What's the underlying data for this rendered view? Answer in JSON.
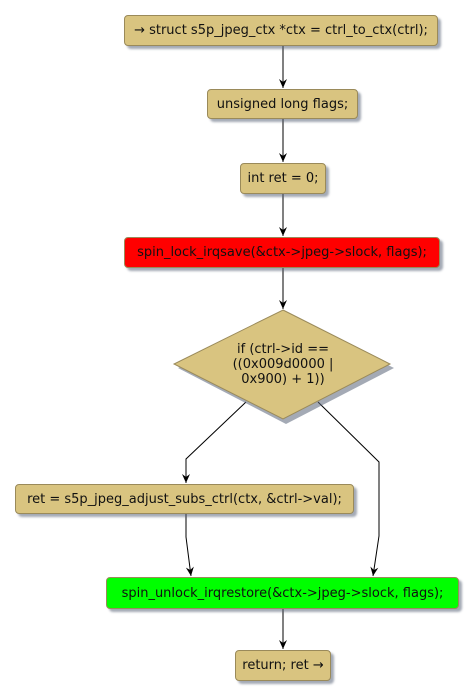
{
  "colors": {
    "node_fill": "#d9c480",
    "lock_fill": "#ff0000",
    "unlock_fill": "#00ff00",
    "edge": "#000000",
    "shadow": "#5a6478"
  },
  "flow": {
    "start": "→ struct s5p_jpeg_ctx *ctx = ctrl_to_ctx(ctrl);",
    "decl_flags": "unsigned long flags;",
    "decl_ret": "int ret = 0;",
    "lock": "spin_lock_irqsave(&ctx->jpeg->slock, flags);",
    "condition": [
      "if (ctrl->id ==",
      "((0x009d0000 |",
      "0x900) + 1))"
    ],
    "adjust": "ret = s5p_jpeg_adjust_subs_ctrl(ctx, &ctrl->val);",
    "unlock": "spin_unlock_irqrestore(&ctx->jpeg->slock, flags);",
    "end": "return; ret →"
  }
}
